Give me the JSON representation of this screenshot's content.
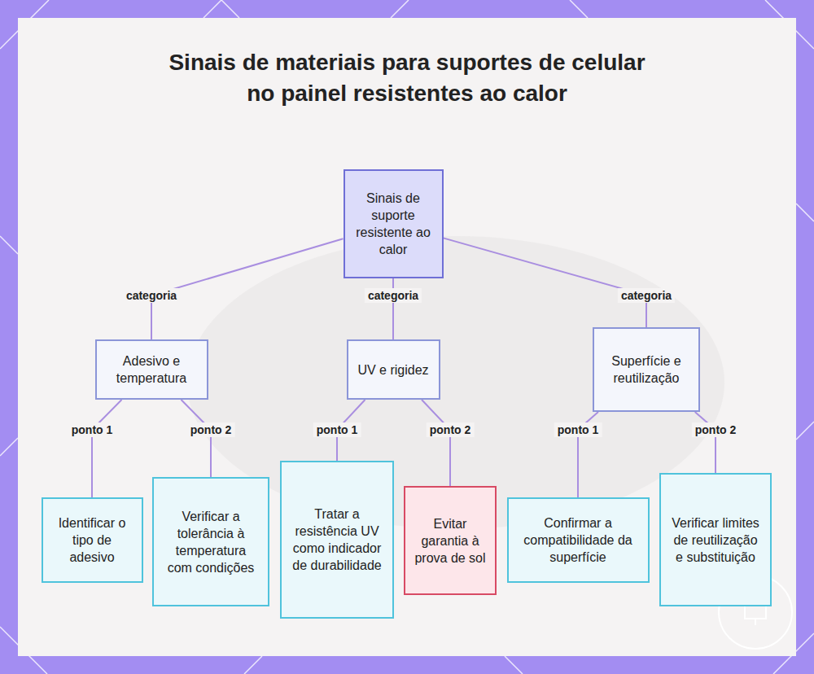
{
  "diagram": {
    "title": "Sinais de materiais para suportes de celular no painel resistentes ao calor",
    "nodes": [
      {
        "text": [
          "Sinais de suporte resistente ao calor"
        ]
      },
      {
        "text": [
          "Adesivo e temperatura"
        ]
      },
      {
        "text": [
          "UV e rigidez"
        ]
      },
      {
        "text": [
          "Superfície e reutilização"
        ]
      },
      {
        "text": [
          "Identificar o tipo de adesivo"
        ]
      },
      {
        "text": [
          "Verificar a tolerância à temperatura com condições"
        ]
      },
      {
        "text": [
          "Tratar a resistência UV como indicador de durabilidade"
        ]
      },
      {
        "text": [
          "Evitar garantia à prova de sol"
        ]
      },
      {
        "text": [
          "Confirmar a compatibilidade da superfície"
        ]
      },
      {
        "text": [
          "Verificar limites de reutilização e substituição"
        ]
      }
    ],
    "edges": [
      {
        "from": 0,
        "to": 1,
        "label": "categoria",
        "arrow": "none"
      },
      {
        "from": 0,
        "to": 2,
        "label": "categoria",
        "arrow": "none"
      },
      {
        "from": 0,
        "to": 3,
        "label": "categoria",
        "arrow": "none"
      },
      {
        "from": 1,
        "to": 4,
        "label": "ponto 1",
        "arrow": "none"
      },
      {
        "from": 1,
        "to": 5,
        "label": "ponto 2",
        "arrow": "none"
      },
      {
        "from": 2,
        "to": 6,
        "label": "ponto 1",
        "arrow": "none"
      },
      {
        "from": 2,
        "to": 7,
        "label": "ponto 2",
        "arrow": "none"
      },
      {
        "from": 3,
        "to": 8,
        "label": "ponto 1",
        "arrow": "none"
      },
      {
        "from": 3,
        "to": 9,
        "label": "ponto 2",
        "arrow": "none"
      }
    ]
  }
}
